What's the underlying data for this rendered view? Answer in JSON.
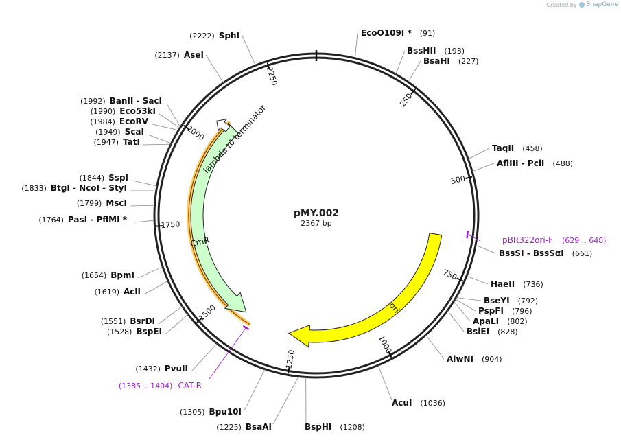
{
  "credit": {
    "created_by": "Created by",
    "brand": "SnapGene"
  },
  "plasmid": {
    "name": "pMY.002",
    "length_label": "2367 bp",
    "length": 2367
  },
  "colors": {
    "backbone": "#222222",
    "ori": "#ffff00",
    "cmr": "#ccffcc",
    "terminator": "#ffffff",
    "primer": "#a020d0",
    "highlight": "#ffcc66"
  },
  "ticks": [
    {
      "bp": 250,
      "label": "250"
    },
    {
      "bp": 500,
      "label": "500"
    },
    {
      "bp": 750,
      "label": "750"
    },
    {
      "bp": 1000,
      "label": "1000"
    },
    {
      "bp": 1250,
      "label": "1250"
    },
    {
      "bp": 1500,
      "label": "1500"
    },
    {
      "bp": 1750,
      "label": "1750"
    },
    {
      "bp": 2000,
      "label": "2000"
    },
    {
      "bp": 2250,
      "label": "2250"
    }
  ],
  "features": [
    {
      "name": "ori",
      "start": 650,
      "end": 1270,
      "direction": "forward",
      "color": "#ffff00"
    },
    {
      "name": "CmR",
      "start": 1420,
      "end": 2080,
      "direction": "reverse",
      "color": "#ccffcc"
    },
    {
      "name": "lambda t0 terminator",
      "start": 2120,
      "end": 2200,
      "direction": "reverse",
      "color": "#ffffff"
    }
  ],
  "sites": [
    {
      "name": "EcoO109I *",
      "pos": "(91)",
      "side": "right",
      "bp": 91
    },
    {
      "name": "BssHII",
      "pos": "(193)",
      "side": "right",
      "bp": 193
    },
    {
      "name": "BsaHI",
      "pos": "(227)",
      "side": "right",
      "bp": 227
    },
    {
      "name": "TaqII",
      "pos": "(458)",
      "side": "right",
      "bp": 458
    },
    {
      "name": "AflIII  -  PciI",
      "pos": "(488)",
      "side": "right",
      "bp": 488
    },
    {
      "name": "BssSI  -  BssSαI",
      "pos": "(661)",
      "side": "right",
      "bp": 661
    },
    {
      "name": "HaeII",
      "pos": "(736)",
      "side": "right",
      "bp": 736
    },
    {
      "name": "BseYI",
      "pos": "(792)",
      "side": "right",
      "bp": 792
    },
    {
      "name": "PspFI",
      "pos": "(796)",
      "side": "right",
      "bp": 796
    },
    {
      "name": "ApaLI",
      "pos": "(802)",
      "side": "right",
      "bp": 802
    },
    {
      "name": "BsiEI",
      "pos": "(828)",
      "side": "right",
      "bp": 828
    },
    {
      "name": "AlwNI",
      "pos": "(904)",
      "side": "right",
      "bp": 904
    },
    {
      "name": "AcuI",
      "pos": "(1036)",
      "side": "right",
      "bp": 1036
    },
    {
      "name": "BspHI",
      "pos": "(1208)",
      "side": "right",
      "bp": 1208
    },
    {
      "name": "BsaAI",
      "pos": "(1225)",
      "side": "left",
      "bp": 1225
    },
    {
      "name": "Bpu10I",
      "pos": "(1305)",
      "side": "left",
      "bp": 1305
    },
    {
      "name": "PvuII",
      "pos": "(1432)",
      "side": "left",
      "bp": 1432
    },
    {
      "name": "BspEI",
      "pos": "(1528)",
      "side": "left",
      "bp": 1528
    },
    {
      "name": "BsrDI",
      "pos": "(1551)",
      "side": "left",
      "bp": 1551
    },
    {
      "name": "AclI",
      "pos": "(1619)",
      "side": "left",
      "bp": 1619
    },
    {
      "name": "BpmI",
      "pos": "(1654)",
      "side": "left",
      "bp": 1654
    },
    {
      "name": "PasI  -  PflMI *",
      "pos": "(1764)",
      "side": "left",
      "bp": 1764
    },
    {
      "name": "MscI",
      "pos": "(1799)",
      "side": "left",
      "bp": 1799
    },
    {
      "name": "BtgI  -  NcoI  -  StyI",
      "pos": "(1833)",
      "side": "left",
      "bp": 1833
    },
    {
      "name": "SspI",
      "pos": "(1844)",
      "side": "left",
      "bp": 1844
    },
    {
      "name": "TatI",
      "pos": "(1947)",
      "side": "left",
      "bp": 1947
    },
    {
      "name": "ScaI",
      "pos": "(1949)",
      "side": "left",
      "bp": 1949
    },
    {
      "name": "EcoRV",
      "pos": "(1984)",
      "side": "left",
      "bp": 1984
    },
    {
      "name": "Eco53kI",
      "pos": "(1990)",
      "side": "left",
      "bp": 1990
    },
    {
      "name": "BanII  -  SacI",
      "pos": "(1992)",
      "side": "left",
      "bp": 1992
    },
    {
      "name": "AseI",
      "pos": "(2137)",
      "side": "left",
      "bp": 2137
    },
    {
      "name": "SphI",
      "pos": "(2222)",
      "side": "left",
      "bp": 2222
    }
  ],
  "primers": [
    {
      "name": "pBR322ori-F",
      "range": "(629 .. 648)",
      "side": "right",
      "start": 629,
      "end": 648
    },
    {
      "name": "CAT-R",
      "range": "(1385 .. 1404)",
      "side": "left",
      "start": 1385,
      "end": 1404
    }
  ]
}
